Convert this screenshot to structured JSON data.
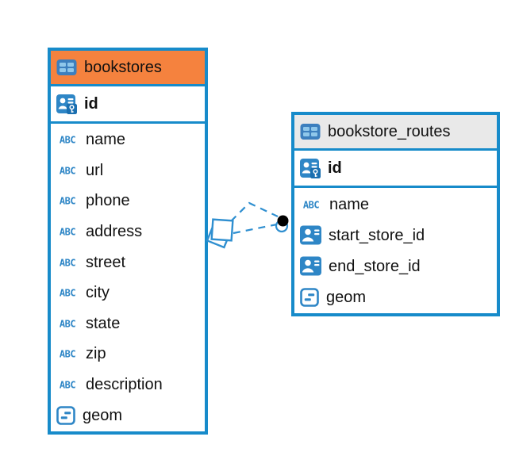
{
  "diagram": {
    "type": "entity-relationship-diagram",
    "colors": {
      "accent_blue": "#178bca",
      "icon_blue": "#2e86c6",
      "bookstores_header_bg": "#f5823e",
      "routes_header_bg": "#e9e9e9",
      "connector_blue": "#2f8fd0",
      "connector_dot": "#000000",
      "text": "#111111"
    },
    "tables": [
      {
        "name": "bookstores",
        "header_icon": "table-icon",
        "primary_key": {
          "label": "id",
          "icon": "primary-key-icon"
        },
        "fields": [
          {
            "label": "name",
            "icon": "text-type-icon"
          },
          {
            "label": "url",
            "icon": "text-type-icon"
          },
          {
            "label": "phone",
            "icon": "text-type-icon"
          },
          {
            "label": "address",
            "icon": "text-type-icon"
          },
          {
            "label": "street",
            "icon": "text-type-icon"
          },
          {
            "label": "city",
            "icon": "text-type-icon"
          },
          {
            "label": "state",
            "icon": "text-type-icon"
          },
          {
            "label": "zip",
            "icon": "text-type-icon"
          },
          {
            "label": "description",
            "icon": "text-type-icon"
          },
          {
            "label": "geom",
            "icon": "geometry-type-icon"
          }
        ]
      },
      {
        "name": "bookstore_routes",
        "header_icon": "table-icon",
        "primary_key": {
          "label": "id",
          "icon": "primary-key-icon"
        },
        "fields": [
          {
            "label": "name",
            "icon": "text-type-icon"
          },
          {
            "label": "start_store_id",
            "icon": "foreign-key-icon"
          },
          {
            "label": "end_store_id",
            "icon": "foreign-key-icon"
          },
          {
            "label": "geom",
            "icon": "geometry-type-icon"
          }
        ]
      }
    ],
    "relationship": {
      "from_table": "bookstore_routes",
      "to_table": "bookstores",
      "line_style": "dashed",
      "left_end_symbol": "overlapping-squares",
      "right_end_symbol": "filled-dot-with-ring"
    }
  }
}
